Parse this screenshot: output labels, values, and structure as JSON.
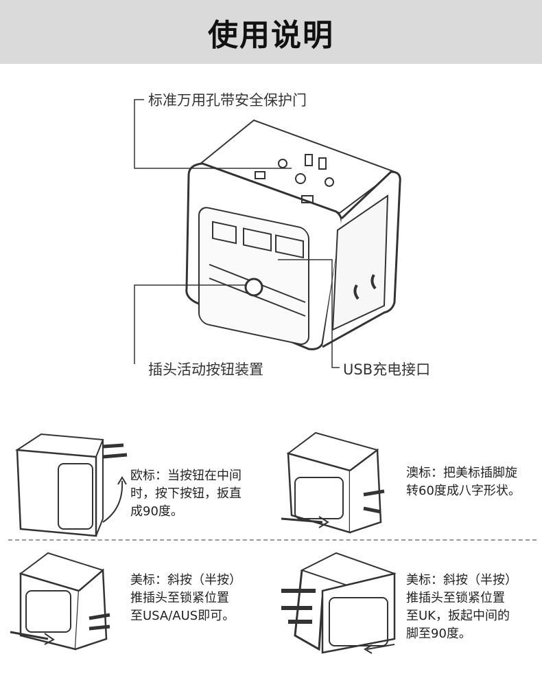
{
  "header": {
    "title": "使用说明"
  },
  "main_diagram": {
    "labels": {
      "shutter": "标准万用孔带安全保护门",
      "slider": "插头活动按钮装置",
      "usb": "USB充电接口"
    }
  },
  "steps": [
    {
      "lines": [
        "欧标：当按钮在中间",
        "时，按下按钮，扳直",
        "成90度。"
      ]
    },
    {
      "lines": [
        "澳标：把美标插脚旋",
        "转60度成八字形状。"
      ]
    },
    {
      "lines": [
        "美标：斜按（半按）",
        "推插头至锁紧位置",
        "至USA/AUS即可。"
      ]
    },
    {
      "lines": [
        "美标：斜按（半按）",
        "推插头至锁紧位置",
        "至UK，扳起中间的",
        "脚至90度。"
      ]
    }
  ]
}
